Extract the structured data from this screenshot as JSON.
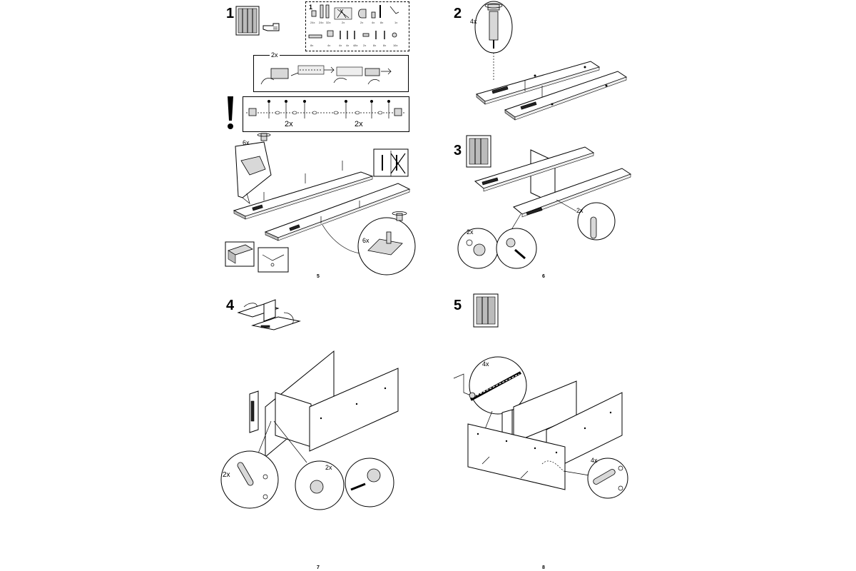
{
  "steps": {
    "s1": "1",
    "s2": "2",
    "s3": "3",
    "s4": "4",
    "s5": "5"
  },
  "page_numbers": {
    "p5": "5",
    "p6": "6",
    "p7": "7",
    "p8": "8"
  },
  "parts_box": {
    "step": "1",
    "row1_counts": [
      "24x",
      "24x",
      "32x",
      "2x",
      "2x",
      "4x",
      "8x",
      "1x"
    ],
    "row2_counts": [
      "8x",
      "4x",
      "4x",
      "4x",
      "48x",
      "2x",
      "8x",
      "8x",
      "16x"
    ]
  },
  "labels": {
    "s1_hinge_multiplier": "2x",
    "s1_warning_left": "2x",
    "s1_warning_right": "2x",
    "s1_screw_callout": "6x",
    "s1_hinge_callout": "6x",
    "s2_cam_callout": "4x",
    "s3_left_circle": "2x",
    "s3_right_circle": "2x",
    "s4_dowel_callout": "2x",
    "s4_cam_callout": "2x",
    "s5_screw_callout": "4x",
    "s5_dowel_callout": "4x"
  }
}
